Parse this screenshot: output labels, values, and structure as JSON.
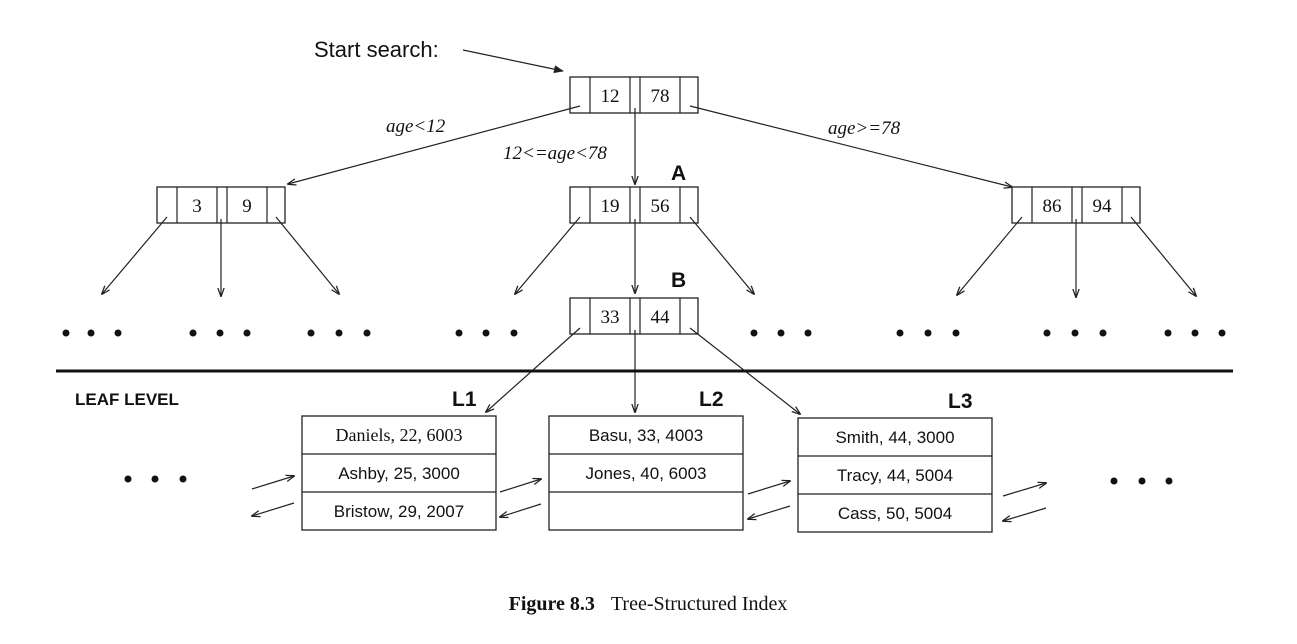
{
  "start_label": "Start search:",
  "conditions": {
    "left": "age<12",
    "middle": "12<=age<78",
    "right": "age>=78"
  },
  "nodes": {
    "root": {
      "keys": [
        "12",
        "78"
      ]
    },
    "left": {
      "keys": [
        "3",
        "9"
      ]
    },
    "a": {
      "label": "A",
      "keys": [
        "19",
        "56"
      ]
    },
    "right": {
      "keys": [
        "86",
        "94"
      ]
    },
    "b": {
      "label": "B",
      "keys": [
        "33",
        "44"
      ]
    }
  },
  "leaf_level_label": "LEAF LEVEL",
  "leaves": {
    "l1": {
      "label": "L1",
      "records": [
        "Daniels, 22, 6003",
        "Ashby, 25, 3000",
        "Bristow, 29, 2007"
      ]
    },
    "l2": {
      "label": "L2",
      "records": [
        "Basu, 33, 4003",
        "Jones, 40, 6003",
        ""
      ]
    },
    "l3": {
      "label": "L3",
      "records": [
        "Smith, 44, 3000",
        "Tracy, 44, 5004",
        "Cass, 50, 5004"
      ]
    }
  },
  "caption": {
    "number": "Figure 8.3",
    "title": "Tree-Structured Index"
  }
}
